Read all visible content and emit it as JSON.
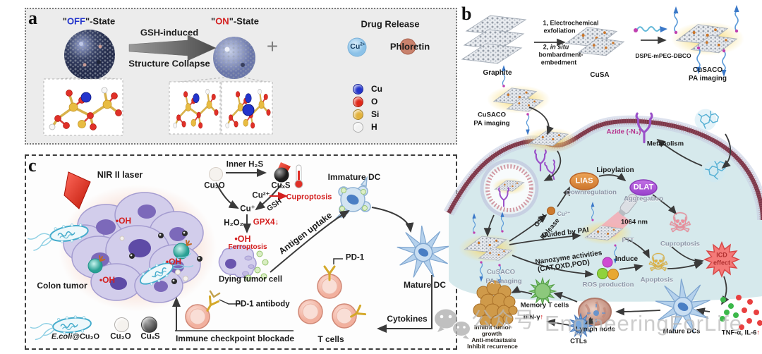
{
  "panel_a": {
    "letter": "a",
    "off_q": "\"",
    "off_word": "OFF",
    "off_rest": "\"-State",
    "arrow_top": "GSH-induced",
    "arrow_bottom": "Structure Collapse",
    "on_q": "\"",
    "on_word": "ON",
    "on_rest": "\"-State",
    "drug_release": "Drug Release",
    "cu_ion": "Cu",
    "cu_ion_charge": "2+",
    "phloretin": "Phloretin",
    "legend": [
      {
        "label": "Cu",
        "color": "#2334cc"
      },
      {
        "label": "O",
        "color": "#e02818"
      },
      {
        "label": "Si",
        "color": "#e2b23c"
      },
      {
        "label": "H",
        "color": "#f2f2f2"
      }
    ]
  },
  "panel_b": {
    "letter": "b",
    "graphite": "Graphite",
    "step1a": "1, Electrochemical",
    "step1b": "exfoliation",
    "step2pre": "2, ",
    "step2it": "in situ",
    "step2b": "bombardment-",
    "step2c": "embedment",
    "cusa": "CuSA",
    "dspe": "DSPE-mPEG-DBCO",
    "cusaco": "CuSACO",
    "pa_imaging": "PA imaging",
    "azide": "Azide (-N₃)",
    "metabolism": "Metabolism",
    "lias": "LIAS",
    "downregulation": "Downregulation",
    "lipoylation": "Lipoylation",
    "dlat": "DLAT",
    "aggregation": "Aggregation",
    "gsh": "GSH",
    "release": "Release",
    "cu2": "Cu²⁺",
    "cuproptosis": "Cuproptosis",
    "guided": "Guided by PAI",
    "laser_nm": "1064 nm",
    "ptt": "PTT",
    "nanozyme1": "Nanozyme activities",
    "nanozyme2": "(CAT,OXD,POD)",
    "ros": "ROS production",
    "induce": "Induce",
    "apoptosis": "Apoptosis",
    "icd1": "ICD",
    "icd2": "effect",
    "tnf": "TNF-α,  IL-6",
    "mature_dcs": "Mature DCs",
    "lymph_node": "Lymph node",
    "memory_t": "Memory T cells",
    "ctls": "CTLs",
    "ifn": "IFN-γ",
    "outcome1": "Inhibit tumor",
    "outcome2": "growth",
    "outcome3": "Anti-metastasis",
    "outcome4": "Inhibit recurrence"
  },
  "panel_c": {
    "letter": "c",
    "nir": "NIR II laser",
    "oh": "•OH",
    "colon_tumor": "Colon tumor",
    "inner_h2s": "Inner H₂S",
    "cu2o": "Cu₂O",
    "cuxs": "CuₓS",
    "cu2": "Cu²⁺",
    "cuproptosis": "Cuproptosis",
    "gsh": "GSH",
    "cu1": "Cu⁺",
    "h2o2": "H₂O₂",
    "gpx4": "GPX4",
    "ferroptosis": "Ferroptosis",
    "dying": "Dying tumor cell",
    "antigen": "Antigen uptake",
    "immature_dc": "Immature DC",
    "mature_dc": "Mature DC",
    "pd1": "PD-1",
    "pd1_ab": "PD-1 antibody",
    "t_cells": "T cells",
    "cytokines": "Cytokines",
    "icb": "Immune checkpoint blockade",
    "ecoli_it": "E.coli",
    "ecoli_rest": "@Cu₂O"
  },
  "icons": {
    "skull": "☠",
    "up": "↑",
    "down": "↓",
    "plus": "+"
  },
  "watermark": {
    "cn": "公众号",
    "en": "EngineeringForLife"
  },
  "colors": {
    "cuproptosis_skull": "#ee8e9c",
    "apoptosis_skull": "#e2b23c",
    "icd_burst": "#f47a78",
    "nanosheet_glow": "#f2c233",
    "membrane": "#7c3648",
    "laser_red": "#e03428",
    "azide_label": "#b5308c",
    "cell_interior": "#d6e9ec"
  }
}
